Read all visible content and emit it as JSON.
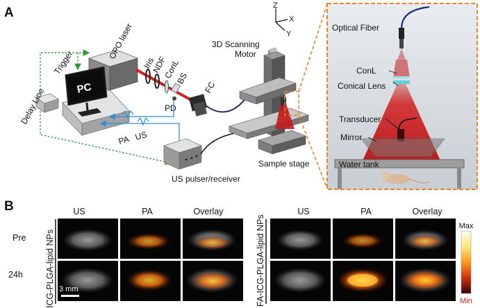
{
  "panel_a": {
    "label": "A",
    "axes": {
      "z": "Z",
      "x": "X",
      "y": "Y"
    },
    "labels": {
      "trigger": "Trigger",
      "delay_line": "Delay Line",
      "opo_laser": "OPO laser",
      "pc": "PC",
      "iris": "Iris",
      "ndf": "NDF",
      "conl": "ConL",
      "bs": "BS",
      "pd": "PD",
      "fc": "FC",
      "pa": "PA",
      "us": "US",
      "motor_line1": "3D Scanning",
      "motor_line2": "Motor",
      "sample_stage": "Sample stage",
      "pulser": "US pulser/receiver"
    },
    "inset": {
      "optical_fiber": "Optical Fiber",
      "conl": "ConL",
      "conical_lens": "Conical Lens",
      "transducer": "Transducer",
      "mirror": "Mirror",
      "water_tank": "Water tank"
    },
    "colors": {
      "inset_border": "#e8842a",
      "laser": "#d42020",
      "trigger_line": "#2f9a3a",
      "signal_line": "#2a8fd8"
    }
  },
  "panel_b": {
    "label": "B",
    "columns": [
      "US",
      "PA",
      "Overlay"
    ],
    "rows": [
      "Pre",
      "24h"
    ],
    "group_left": "ICG-PLGA-lipid NPs",
    "group_right": "FA-ICG-PLGA-lipid NPs",
    "scale_bar": "3 mm",
    "colorbar": {
      "max": "Max",
      "min": "Min"
    }
  }
}
